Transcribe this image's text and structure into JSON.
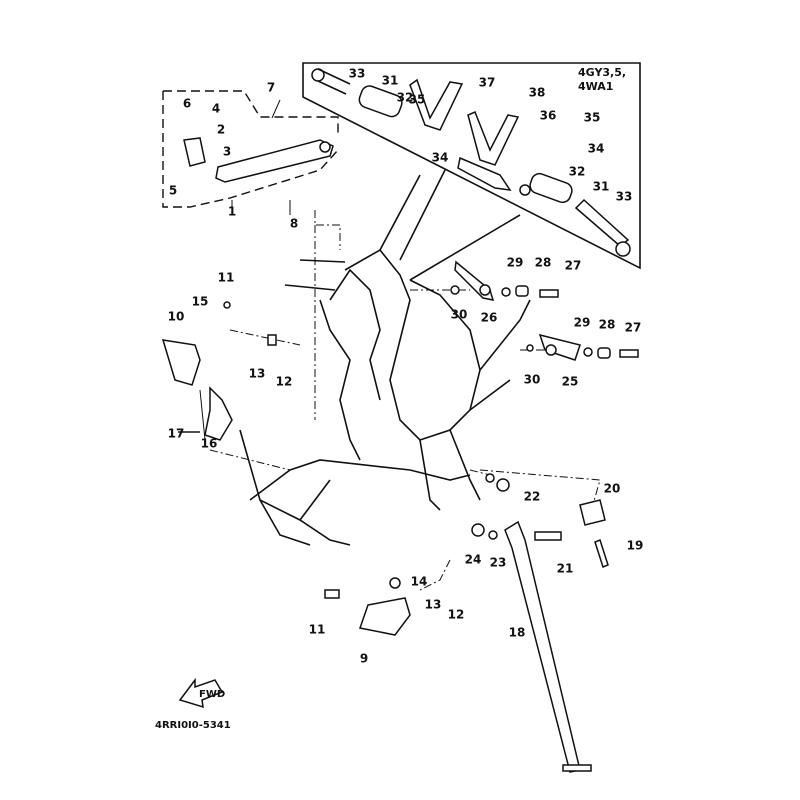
{
  "diagram_code": "4RRI0I0-5341",
  "fwd_arrow_text": "FWD",
  "inset_panel": {
    "models_line1": "4GY3,5,",
    "models_line2": "4WA1"
  },
  "labels": {
    "inset": [
      "33",
      "31",
      "37",
      "32",
      "38",
      "35",
      "36",
      "35",
      "34",
      "34",
      "32",
      "31",
      "33"
    ],
    "main": [
      "6",
      "4",
      "2",
      "3",
      "5",
      "7",
      "8",
      "1",
      "11",
      "15",
      "10",
      "13",
      "12",
      "17",
      "16",
      "29",
      "28",
      "27",
      "30",
      "26",
      "29",
      "28",
      "27",
      "30",
      "25",
      "22",
      "20",
      "19",
      "21",
      "23",
      "24",
      "14",
      "13",
      "12",
      "11",
      "9",
      "18"
    ]
  }
}
